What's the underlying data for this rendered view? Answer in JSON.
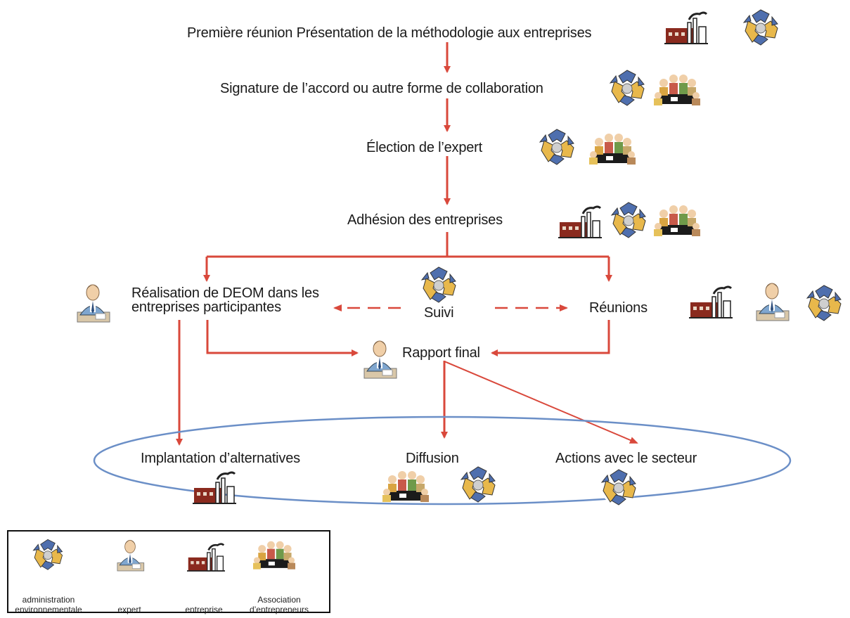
{
  "steps": {
    "s1": "Première réunion Présentation de la méthodologie aux entreprises",
    "s2": "Signature de l’accord ou autre forme de collaboration",
    "s3": "Élection de l’expert",
    "s4": "Adhésion des entreprises",
    "s5_line1": "Réalisation de DEOM dans les",
    "s5_line2": "entreprises participantes",
    "suivi": "Suivi",
    "reunions": "Réunions",
    "rapport": "Rapport final",
    "implantation": "Implantation d’alternatives",
    "diffusion": "Diffusion",
    "actions": "Actions avec le secteur"
  },
  "legend": {
    "admin_line1": "administration",
    "admin_line2": "environnementale",
    "expert": "expert",
    "entreprise": "entreprise",
    "assoc_line1": "Association",
    "assoc_line2": "d’entrepreneurs"
  },
  "colors": {
    "arrow": "#d9483b",
    "ellipse": "#6b8fc7",
    "recycle_blue": "#4f6fae",
    "recycle_yellow": "#e8b84b",
    "factory": "#8a2a1e"
  }
}
